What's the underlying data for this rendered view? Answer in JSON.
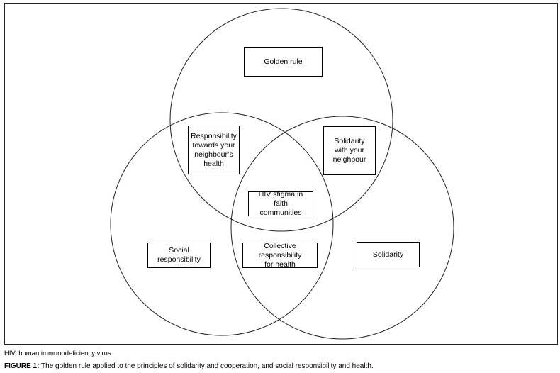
{
  "diagram": {
    "boxes": {
      "golden_rule": "Golden rule",
      "responsibility_neighbour": "Responsibility\ntowards your\nneighbour’s\nhealth",
      "solidarity_neighbour": "Solidarity\nwith your\nneighbour",
      "hiv_stigma": "HIV stigma in faith\ncommunities",
      "social_responsibility": "Social\nresponsibility",
      "collective_responsibility": "Collective responsibility\nfor health",
      "solidarity": "Solidarity"
    }
  },
  "footnote": "HIV, human immunodeficiency virus.",
  "caption": {
    "label": "FIGURE 1:",
    "text": " The golden rule applied to the principles of solidarity and cooperation, and social responsibility and health."
  }
}
